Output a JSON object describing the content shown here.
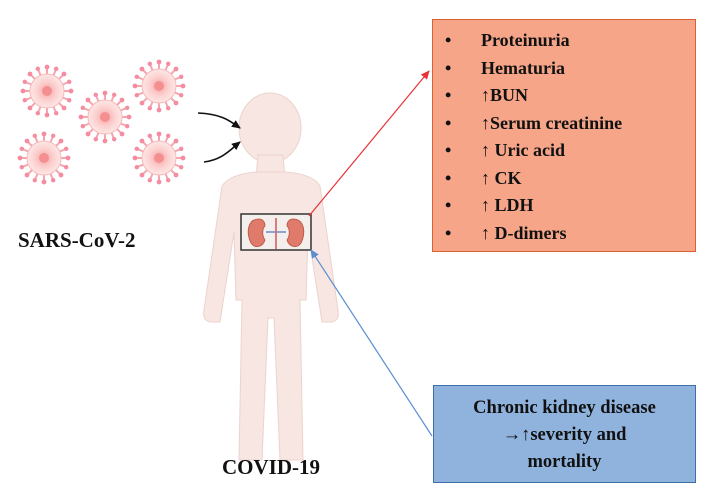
{
  "virus": {
    "label": "SARS-CoV-2"
  },
  "patient": {
    "label": "COVID-19"
  },
  "kidney_markers": {
    "bullet": "•",
    "items": [
      "Proteinuria",
      "Hematuria",
      "↑BUN",
      "↑Serum creatinine",
      "↑ Uric acid",
      "↑ CK",
      "↑ LDH",
      "↑ D-dimers"
    ],
    "box_color": "#f6a588",
    "arrow_color": "#e8333a"
  },
  "risk_box": {
    "lines": [
      "Chronic kidney disease",
      "→↑severity and",
      "mortality"
    ],
    "box_color": "#8fb3dd",
    "arrow_color": "#5b8fd0"
  }
}
